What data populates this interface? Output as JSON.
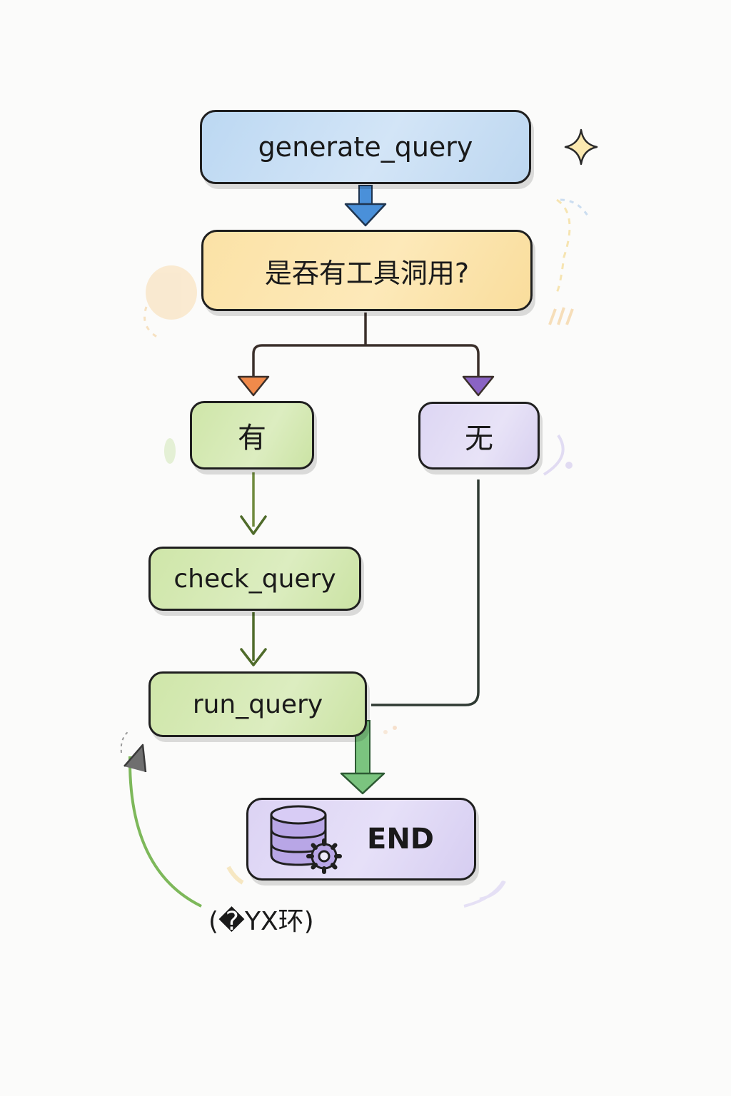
{
  "diagram": {
    "nodes": {
      "generate_query": "generate_query",
      "decision": "是吞有工具洞用?",
      "yes": "有",
      "no": "无",
      "check_query": "check_query",
      "run_query": "run_query",
      "end": "END"
    },
    "loop_label": "(�YX环)",
    "icons": [
      "database-gear-icon",
      "sparkle-icon"
    ],
    "colors": {
      "generate_fill": "#cfe2f5",
      "decision_fill": "#fce6b0",
      "yes_fill": "#d6ebb6",
      "no_fill": "#e3ddf6",
      "end_fill": "#e0d8f6",
      "arrow_blue": "#4a90d9",
      "arrow_orange": "#f08a4b",
      "arrow_purple": "#7b52b8",
      "arrow_green": "#7bc47f",
      "loop_green": "#7db85a"
    }
  }
}
